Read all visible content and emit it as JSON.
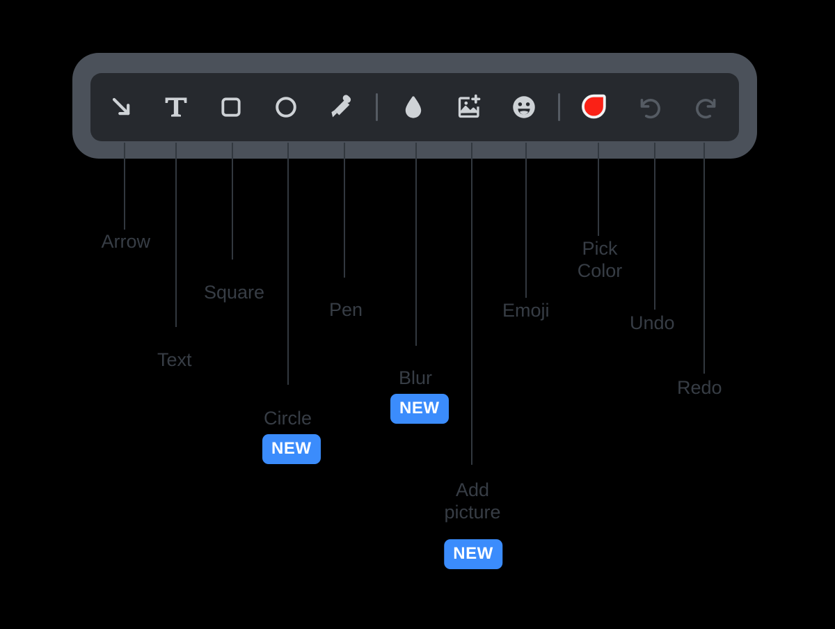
{
  "app": {
    "title": "Annotation toolbar",
    "colors": {
      "background": "#000000",
      "frame": "#4b515a",
      "bar": "#26292e",
      "icon": "#ced2d6",
      "icon_disabled": "#555b63",
      "label": "#373d45",
      "leader_line": "#32383f",
      "badge_blue": "#3b8cfc",
      "badge_text": "#ffffff",
      "picked_color": "#fa2116"
    }
  },
  "toolbar": {
    "tools": [
      {
        "id": "arrow",
        "icon": "arrow-down-right-icon",
        "label": "Arrow",
        "enabled": true,
        "new": false
      },
      {
        "id": "text",
        "icon": "text-t-icon",
        "label": "Text",
        "enabled": true,
        "new": false
      },
      {
        "id": "square",
        "icon": "square-icon",
        "label": "Square",
        "enabled": true,
        "new": false
      },
      {
        "id": "circle",
        "icon": "circle-icon",
        "label": "Circle",
        "enabled": true,
        "new": true
      },
      {
        "id": "pen",
        "icon": "pen-marker-icon",
        "label": "Pen",
        "enabled": true,
        "new": false
      },
      {
        "id": "blur",
        "icon": "droplet-icon",
        "label": "Blur",
        "enabled": true,
        "new": true
      },
      {
        "id": "add-picture",
        "icon": "image-plus-icon",
        "label": "Add\npicture",
        "enabled": true,
        "new": true
      },
      {
        "id": "emoji",
        "icon": "smiley-icon",
        "label": "Emoji",
        "enabled": true,
        "new": false
      },
      {
        "id": "pick-color",
        "icon": "color-blob-icon",
        "label": "Pick\nColor",
        "enabled": true,
        "new": false
      },
      {
        "id": "undo",
        "icon": "undo-arrow-icon",
        "label": "Undo",
        "enabled": false,
        "new": false
      },
      {
        "id": "redo",
        "icon": "redo-arrow-icon",
        "label": "Redo",
        "enabled": false,
        "new": false
      }
    ],
    "dividers": 2
  },
  "badge": {
    "text": "NEW"
  }
}
